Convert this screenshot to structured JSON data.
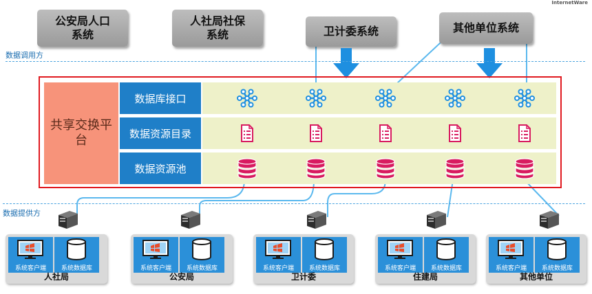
{
  "header": {
    "logo_text": "InternetWare"
  },
  "top_systems": [
    {
      "id": "police",
      "label": "公安局人口\n系统"
    },
    {
      "id": "hr",
      "label": "人社局社保\n系统"
    },
    {
      "id": "health",
      "label": "卫计委系统"
    },
    {
      "id": "other",
      "label": "其他单位系统"
    }
  ],
  "bands": {
    "call_label": "数据调用方",
    "provide_label": "数据提供方"
  },
  "platform": {
    "name": "共享交换平\n台",
    "rows": [
      {
        "id": "interface",
        "label": "数据库接口",
        "icon": "snowflake-icon"
      },
      {
        "id": "catalog",
        "label": "数据资源目录",
        "icon": "document-list-icon"
      },
      {
        "id": "pool",
        "label": "数据资源池",
        "icon": "database-stack-icon"
      }
    ],
    "columns": 5
  },
  "colors": {
    "accent_blue": "#1f7fc8",
    "platform_border": "#e0191f",
    "platform_label_bg": "#f7937a",
    "row_bg": "#eef1c9",
    "icon_blue": "#1e8fe0",
    "icon_magenta": "#d81b60",
    "wire": "#5ab8ee"
  },
  "providers": [
    {
      "id": "hr",
      "name": "人社局",
      "client_label": "系统客户端",
      "db_label": "系统数据库"
    },
    {
      "id": "police",
      "name": "公安局",
      "client_label": "系统客户端",
      "db_label": "系统数据库"
    },
    {
      "id": "health",
      "name": "卫计委",
      "client_label": "系统客户端",
      "db_label": "系统数据库"
    },
    {
      "id": "housing",
      "name": "住建局",
      "client_label": "系统客户端",
      "db_label": "系统数据库"
    },
    {
      "id": "other",
      "name": "其他单位",
      "client_label": "系统客户端",
      "db_label": "系统数据库"
    }
  ]
}
